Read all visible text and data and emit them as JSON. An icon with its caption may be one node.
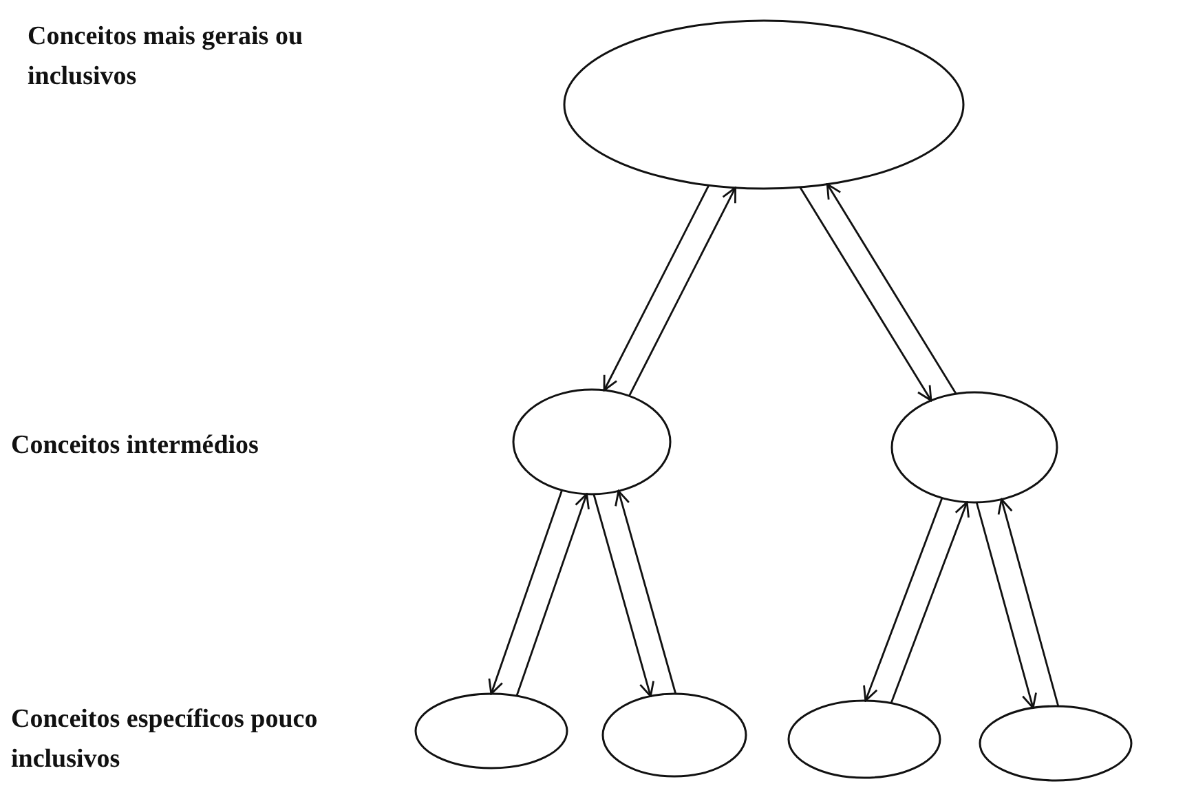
{
  "diagram": {
    "nodes": [
      {
        "text": [],
        "shape": "ellipse"
      },
      {
        "text": [],
        "shape": "ellipse"
      },
      {
        "text": [],
        "shape": "ellipse"
      },
      {
        "text": [],
        "shape": "ellipse"
      },
      {
        "text": [],
        "shape": "ellipse"
      },
      {
        "text": [],
        "shape": "ellipse"
      },
      {
        "text": [],
        "shape": "ellipse"
      }
    ],
    "edges": [
      {
        "from": 0,
        "to": 1,
        "arrow": "to"
      },
      {
        "from": 1,
        "to": 0,
        "arrow": "to"
      },
      {
        "from": 2,
        "to": 0,
        "arrow": "to"
      },
      {
        "from": 0,
        "to": 2,
        "arrow": "to"
      },
      {
        "from": 1,
        "to": 3,
        "arrow": "to"
      },
      {
        "from": 3,
        "to": 1,
        "arrow": "to"
      },
      {
        "from": 4,
        "to": 1,
        "arrow": "to"
      },
      {
        "from": 1,
        "to": 4,
        "arrow": "to"
      },
      {
        "from": 2,
        "to": 5,
        "arrow": "to"
      },
      {
        "from": 5,
        "to": 2,
        "arrow": "to"
      },
      {
        "from": 6,
        "to": 2,
        "arrow": "to"
      },
      {
        "from": 2,
        "to": 6,
        "arrow": "to"
      }
    ],
    "labels": [
      "Conceitos mais gerais ou inclusivos",
      "Conceitos intermédios",
      "Conceitos específicos pouco inclusivos"
    ]
  }
}
